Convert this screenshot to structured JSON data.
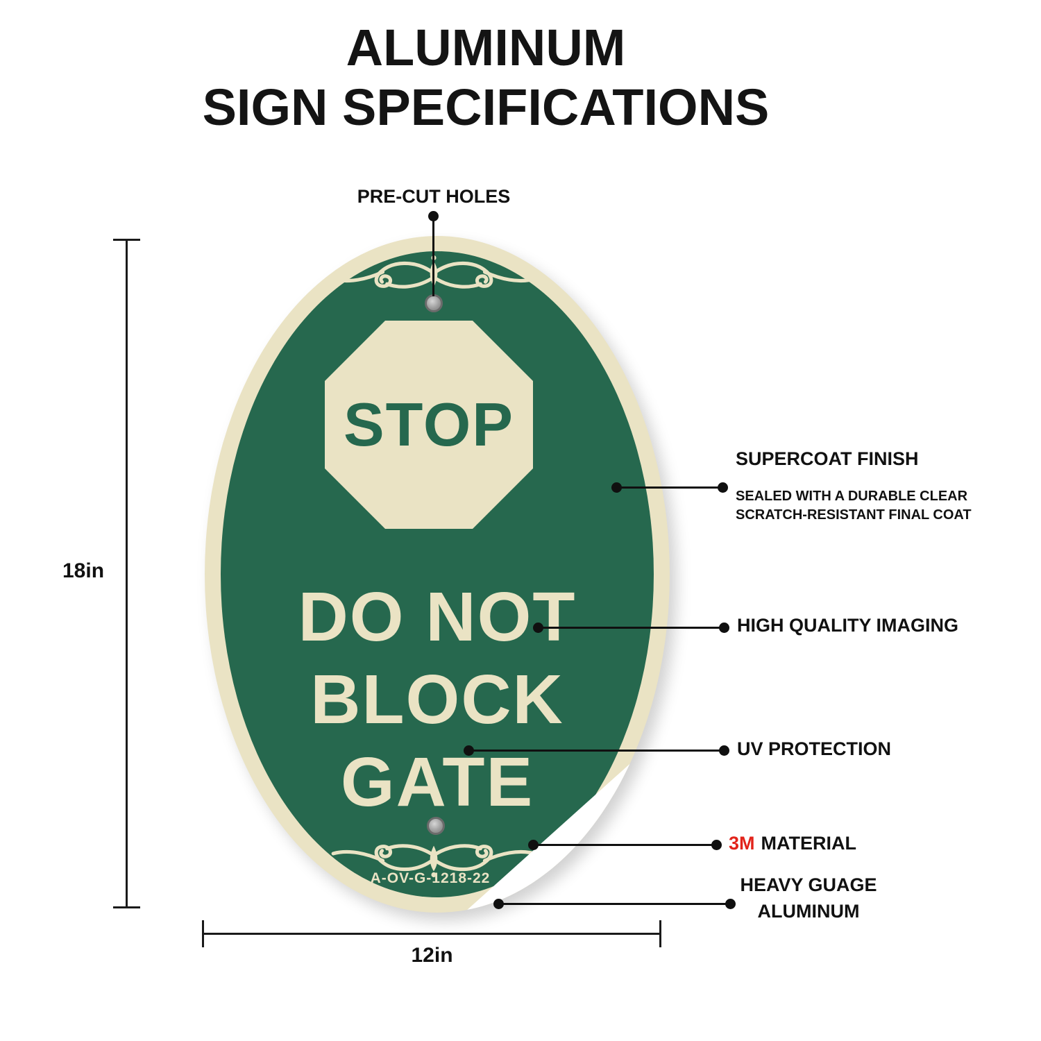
{
  "colors": {
    "green": "#26684E",
    "cream": "#EAE3C4",
    "red": "#E2231A",
    "ink": "#141414"
  },
  "title": {
    "line1": "ALUMINUM",
    "line2": "SIGN SPECIFICATIONS"
  },
  "sign": {
    "stop_label": "STOP",
    "message_lines": [
      "DO NOT",
      "BLOCK",
      "GATE"
    ],
    "sku": "A-OV-G-1218-22"
  },
  "dimensions": {
    "height_label": "18in",
    "width_label": "12in"
  },
  "callouts": {
    "pre_cut_holes": {
      "label": "PRE-CUT HOLES"
    },
    "supercoat": {
      "title": "SUPERCOAT FINISH",
      "sub_line1": "SEALED WITH A DURABLE CLEAR",
      "sub_line2": "SCRATCH-RESISTANT FINAL COAT"
    },
    "imaging": {
      "label": "HIGH QUALITY IMAGING"
    },
    "uv": {
      "label": "UV PROTECTION"
    },
    "material": {
      "brand": "3M",
      "label": "MATERIAL"
    },
    "aluminum": {
      "line1": "HEAVY GUAGE",
      "line2": "ALUMINUM"
    }
  }
}
